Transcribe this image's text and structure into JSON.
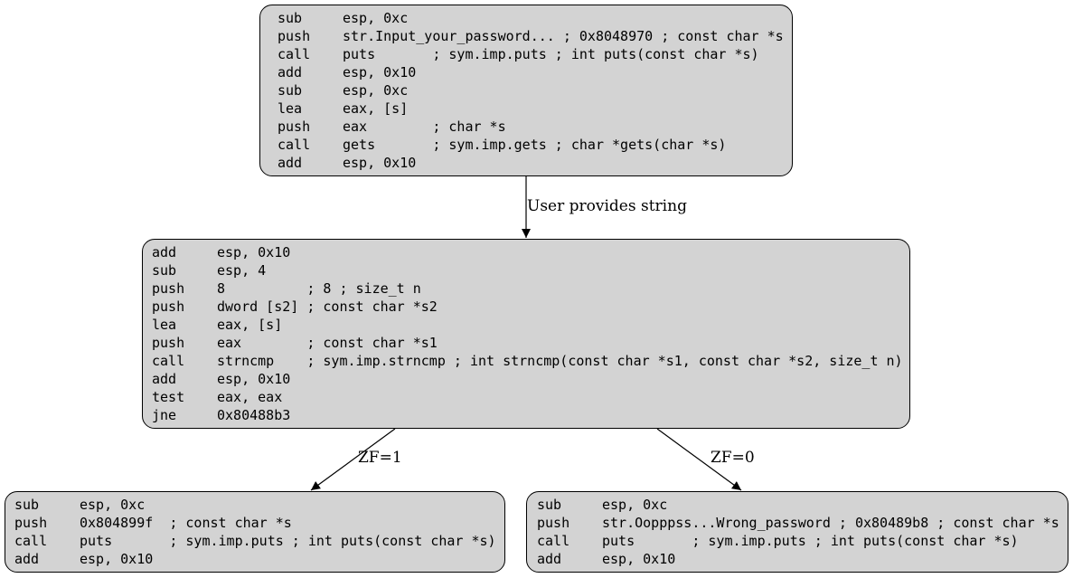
{
  "graph": {
    "nodes": [
      {
        "lines": [
          {
            "mn": "sub",
            "ops": "esp, 0xc"
          },
          {
            "mn": "push",
            "ops": "str.Input_your_password... ; 0x8048970 ; const char *s"
          },
          {
            "mn": "call",
            "ops": "puts       ; sym.imp.puts ; int puts(const char *s)"
          },
          {
            "mn": "add",
            "ops": "esp, 0x10"
          },
          {
            "mn": "sub",
            "ops": "esp, 0xc"
          },
          {
            "mn": "lea",
            "ops": "eax, [s]"
          },
          {
            "mn": "push",
            "ops": "eax        ; char *s"
          },
          {
            "mn": "call",
            "ops": "gets       ; sym.imp.gets ; char *gets(char *s)"
          },
          {
            "mn": "add",
            "ops": "esp, 0x10"
          }
        ]
      },
      {
        "lines": [
          {
            "mn": "add",
            "ops": "esp, 0x10"
          },
          {
            "mn": "sub",
            "ops": "esp, 4"
          },
          {
            "mn": "push",
            "ops": "8          ; 8 ; size_t n"
          },
          {
            "mn": "push",
            "ops": "dword [s2] ; const char *s2"
          },
          {
            "mn": "lea",
            "ops": "eax, [s]"
          },
          {
            "mn": "push",
            "ops": "eax        ; const char *s1"
          },
          {
            "mn": "call",
            "ops": "strncmp    ; sym.imp.strncmp ; int strncmp(const char *s1, const char *s2, size_t n)"
          },
          {
            "mn": "add",
            "ops": "esp, 0x10"
          },
          {
            "mn": "test",
            "ops": "eax, eax"
          },
          {
            "mn": "jne",
            "ops": "0x80488b3"
          }
        ]
      },
      {
        "lines": [
          {
            "mn": "sub",
            "ops": "esp, 0xc"
          },
          {
            "mn": "push",
            "ops": "0x804899f  ; const char *s"
          },
          {
            "mn": "call",
            "ops": "puts       ; sym.imp.puts ; int puts(const char *s)"
          },
          {
            "mn": "add",
            "ops": "esp, 0x10"
          }
        ]
      },
      {
        "lines": [
          {
            "mn": "sub",
            "ops": "esp, 0xc"
          },
          {
            "mn": "push",
            "ops": "str.Oopppss...Wrong_password ; 0x80489b8 ; const char *s"
          },
          {
            "mn": "call",
            "ops": "puts       ; sym.imp.puts ; int puts(const char *s)"
          },
          {
            "mn": "add",
            "ops": "esp, 0x10"
          }
        ]
      }
    ],
    "edges": [
      {
        "from": 0,
        "to": 1,
        "label": "User provides string"
      },
      {
        "from": 1,
        "to": 2,
        "label": "ZF=1"
      },
      {
        "from": 1,
        "to": 3,
        "label": "ZF=0"
      }
    ],
    "colors": {
      "node_fill": "#d3d3d3",
      "stroke": "#000000",
      "background": "#ffffff"
    }
  }
}
